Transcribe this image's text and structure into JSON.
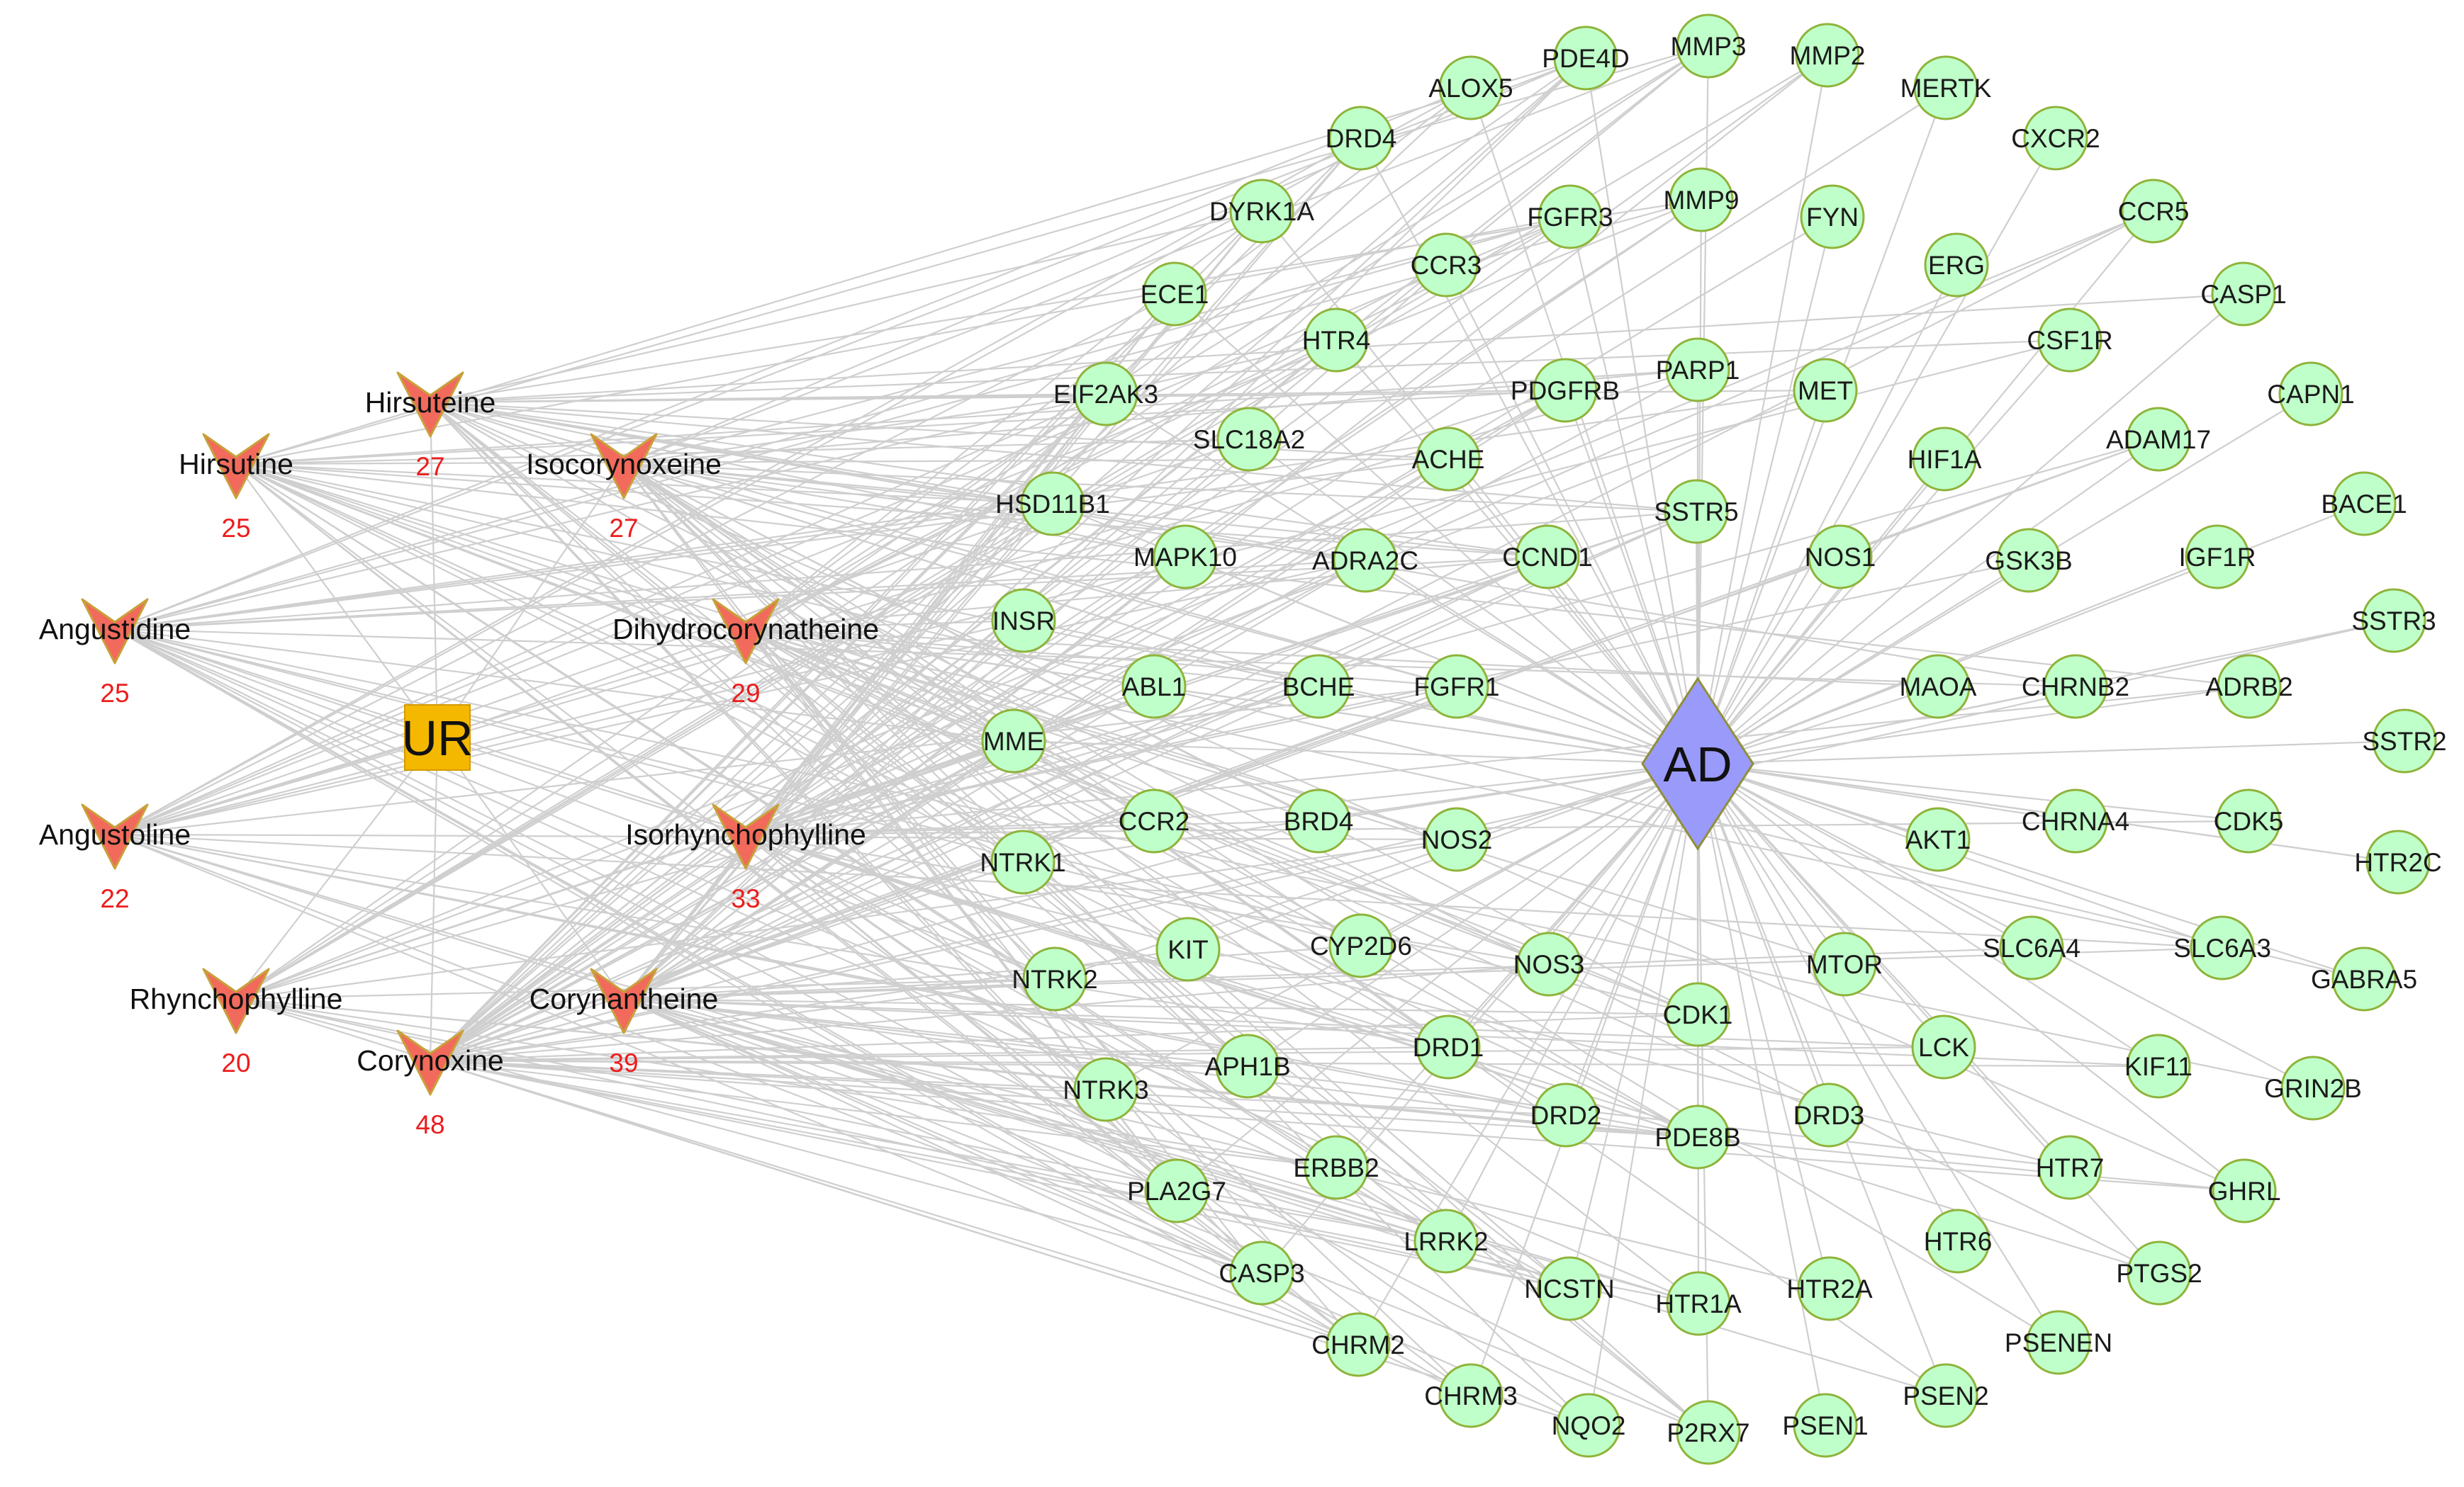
{
  "colors": {
    "target_fill": "#bfffc9",
    "target_stroke": "#8fb33a",
    "compound_fill": "#f26a5c",
    "compound_stroke": "#c8a23a",
    "degree_text": "#ee1c1c",
    "ur_fill": "#f5b800",
    "ad_fill": "#9a9afa",
    "ad_stroke": "#8f8f3a",
    "edge": "#cfcfcf"
  },
  "hubs": [
    {
      "id": "UR",
      "label": "UR",
      "shape": "square"
    },
    {
      "id": "AD",
      "label": "AD",
      "shape": "diamond"
    }
  ],
  "compounds": [
    {
      "label": "Hirsuteine",
      "degree": "27"
    },
    {
      "label": "Hirsutine",
      "degree": "25"
    },
    {
      "label": "Isocorynoxeine",
      "degree": "27"
    },
    {
      "label": "Angustidine",
      "degree": "25"
    },
    {
      "label": "Dihydrocorynatheine",
      "degree": "29"
    },
    {
      "label": "Angustoline",
      "degree": "22"
    },
    {
      "label": "Isorhynchophylline",
      "degree": "33"
    },
    {
      "label": "Rhynchophylline",
      "degree": "20"
    },
    {
      "label": "Corynantheine",
      "degree": "39"
    },
    {
      "label": "Corynoxine",
      "degree": "48"
    }
  ],
  "targets": [
    "MMP3",
    "MMP2",
    "PDE4D",
    "ALOX5",
    "MERTK",
    "DRD4",
    "CXCR2",
    "MMP9",
    "DYRK1A",
    "FGFR3",
    "FYN",
    "CCR5",
    "CCR3",
    "ERG",
    "ECE1",
    "CASP1",
    "HTR4",
    "CSF1R",
    "PARP1",
    "PDGFRB",
    "MET",
    "EIF2AK3",
    "SLC18A2",
    "CAPN1",
    "ACHE",
    "HIF1A",
    "ADAM17",
    "HSD11B1",
    "SSTR5",
    "BACE1",
    "MAPK10",
    "ADRA2C",
    "CCND1",
    "NOS1",
    "GSK3B",
    "IGF1R",
    "INSR",
    "SSTR3",
    "BCHE",
    "ABL1",
    "FGFR1",
    "MAOA",
    "CHRNB2",
    "ADRB2",
    "MME",
    "SSTR2",
    "BRD4",
    "CCR2",
    "NOS2",
    "CHRNA4",
    "CDK5",
    "AKT1",
    "HTR2C",
    "NTRK1",
    "KIT",
    "CYP2D6",
    "NOS3",
    "SLC6A4",
    "SLC6A3",
    "NTRK2",
    "MTOR",
    "GABRA5",
    "CDK1",
    "DRD1",
    "APH1B",
    "LCK",
    "KIF11",
    "GRIN2B",
    "NTRK3",
    "DRD2",
    "PDE8B",
    "DRD3",
    "ERBB2",
    "HTR7",
    "PLA2G7",
    "GHRL",
    "LRRK2",
    "HTR6",
    "PTGS2",
    "CASP3",
    "NCSTN",
    "HTR1A",
    "HTR2A",
    "PSENEN",
    "CHRM2",
    "CHRM3",
    "NQO2",
    "P2RX7",
    "PSEN1",
    "PSEN2"
  ]
}
